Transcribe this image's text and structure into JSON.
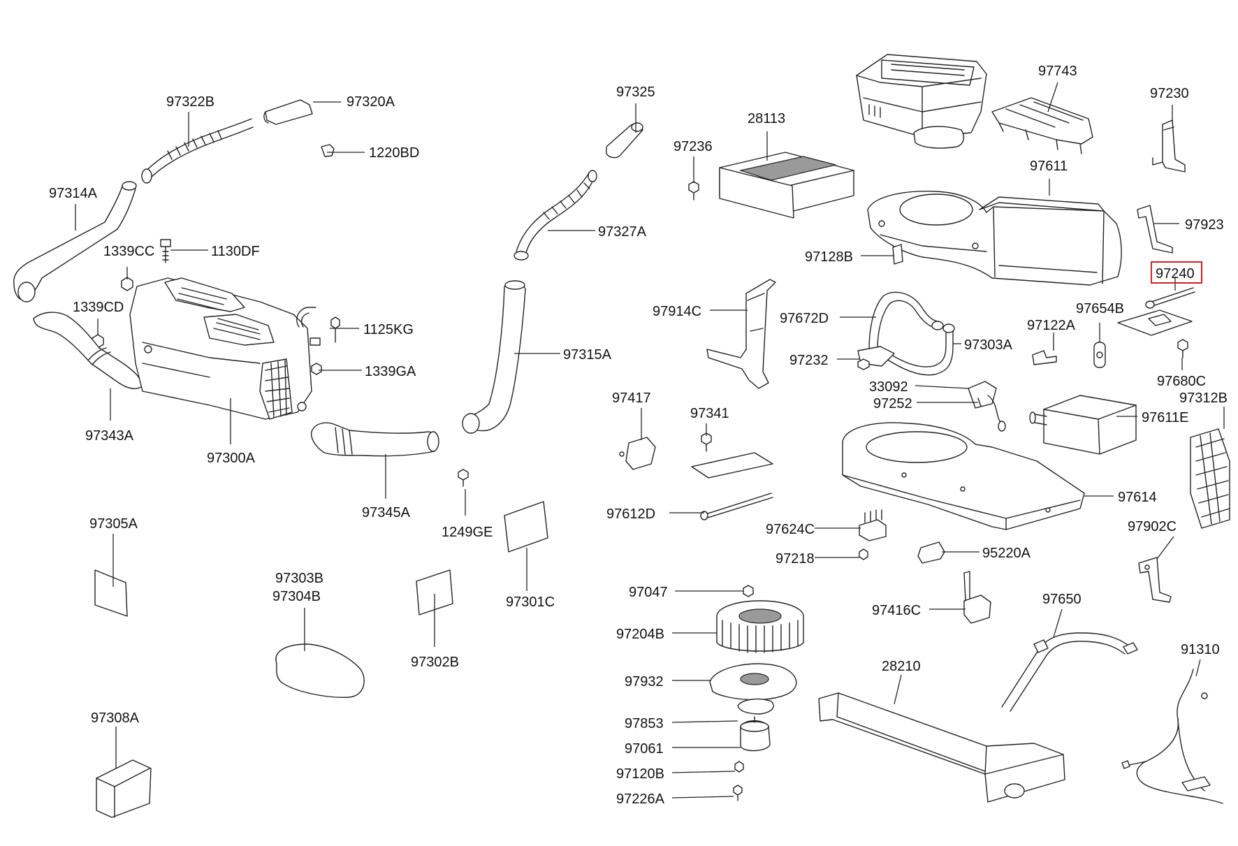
{
  "highlight_color": "#d42020",
  "labels": {
    "l97322B": "97322B",
    "l97320A": "97320A",
    "l1220BD": "1220BD",
    "l97314A": "97314A",
    "l1339CC": "1339CC",
    "l1130DF": "1130DF",
    "l1339CD": "1339CD",
    "l1125KG": "1125KG",
    "l1339GA": "1339GA",
    "l97343A": "97343A",
    "l97300A": "97300A",
    "l97345A": "97345A",
    "l97305A": "97305A",
    "l97303B": "97303B",
    "l97304B": "97304B",
    "l97302B": "97302B",
    "l97301C": "97301C",
    "l1249GE": "1249GE",
    "l97308A": "97308A",
    "l97325": "97325",
    "l97327A": "97327A",
    "l97315A": "97315A",
    "l28113": "28113",
    "l97236": "97236",
    "l97743": "97743",
    "l97230": "97230",
    "l97611": "97611",
    "l97923": "97923",
    "l97128B": "97128B",
    "l97240": "97240",
    "l97914C": "97914C",
    "l97672D": "97672D",
    "l97654B": "97654B",
    "l97122A": "97122A",
    "l97303A": "97303A",
    "l97232": "97232",
    "l97680C": "97680C",
    "l33092": "33092",
    "l97312B": "97312B",
    "l97252": "97252",
    "l97417": "97417",
    "l97341": "97341",
    "l97611E": "97611E",
    "l97612D": "97612D",
    "l97614": "97614",
    "l97624C": "97624C",
    "l97902C": "97902C",
    "l97218": "97218",
    "l95220A": "95220A",
    "l97047": "97047",
    "l97416C": "97416C",
    "l97650": "97650",
    "l97204B": "97204B",
    "l91310": "91310",
    "l28210": "28210",
    "l97932": "97932",
    "l97853": "97853",
    "l97061": "97061",
    "l97120B": "97120B",
    "l97226A": "97226A"
  }
}
